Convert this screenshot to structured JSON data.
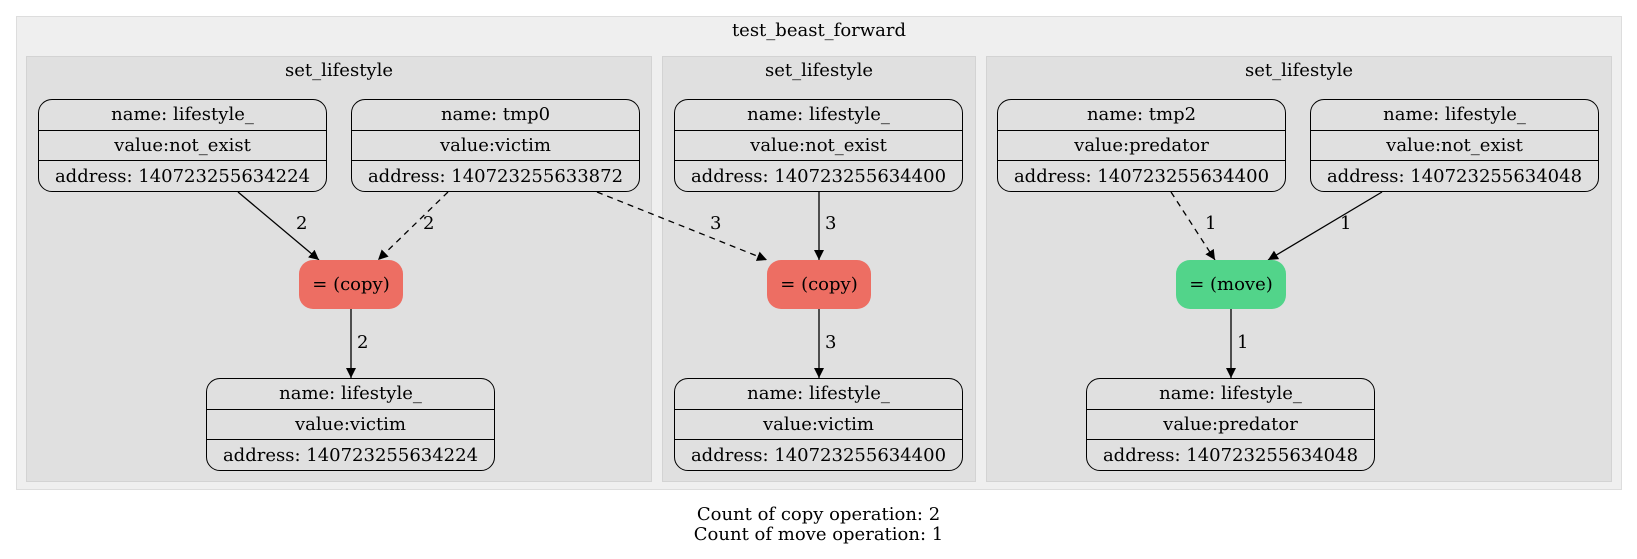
{
  "graph": {
    "title": "test_beast_forward",
    "clusters": [
      {
        "title": "set_lifestyle"
      },
      {
        "title": "set_lifestyle"
      },
      {
        "title": "set_lifestyle"
      }
    ],
    "nodes": {
      "n1": {
        "name": "name: lifestyle_",
        "value": "value:not_exist",
        "address": "address: 140723255634224"
      },
      "n2": {
        "name": "name: tmp0",
        "value": "value:victim",
        "address": "address: 140723255633872"
      },
      "n3": {
        "name": "name: lifestyle_",
        "value": "value:victim",
        "address": "address: 140723255634224"
      },
      "n4": {
        "name": "name: lifestyle_",
        "value": "value:not_exist",
        "address": "address: 140723255634400"
      },
      "n5": {
        "name": "name: lifestyle_",
        "value": "value:victim",
        "address": "address: 140723255634400"
      },
      "n6": {
        "name": "name: tmp2",
        "value": "value:predator",
        "address": "address: 140723255634400"
      },
      "n7": {
        "name": "name: lifestyle_",
        "value": "value:not_exist",
        "address": "address: 140723255634048"
      },
      "n8": {
        "name": "name: lifestyle_",
        "value": "value:predator",
        "address": "address: 140723255634048"
      }
    },
    "ops": {
      "op1": {
        "label": "= (copy)",
        "color": "#ed6e63"
      },
      "op2": {
        "label": "= (copy)",
        "color": "#ed6e63"
      },
      "op3": {
        "label": "= (move)",
        "color": "#52d48a"
      }
    },
    "edges": [
      {
        "from": "n1",
        "to": "op1",
        "label": "2",
        "style": "solid"
      },
      {
        "from": "n2",
        "to": "op1",
        "label": "2",
        "style": "dashed"
      },
      {
        "from": "n2",
        "to": "op2",
        "label": "3",
        "style": "dashed"
      },
      {
        "from": "op1",
        "to": "n3",
        "label": "2",
        "style": "solid"
      },
      {
        "from": "n4",
        "to": "op2",
        "label": "3",
        "style": "solid"
      },
      {
        "from": "op2",
        "to": "n5",
        "label": "3",
        "style": "solid"
      },
      {
        "from": "n6",
        "to": "op3",
        "label": "1",
        "style": "dashed"
      },
      {
        "from": "n7",
        "to": "op3",
        "label": "1",
        "style": "solid"
      },
      {
        "from": "op3",
        "to": "n8",
        "label": "1",
        "style": "solid"
      }
    ]
  },
  "footer": {
    "copy_count": "Count of copy operation: 2",
    "move_count": "Count of move operation: 1"
  }
}
